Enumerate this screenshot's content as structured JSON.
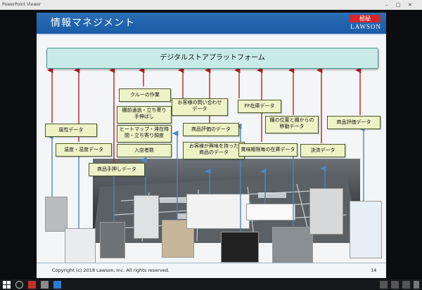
{
  "window": {
    "title": "PowerPoint Viewer"
  },
  "slide": {
    "title": "情報マネジメント",
    "badge": "極秘",
    "logo": "LAWSON",
    "platform": "デジタルストアプラットフォーム",
    "labels": {
      "attr": "属性データ",
      "temp": "温度・湿度データ",
      "restock": "商品手押しデータ",
      "crew": "クルーの作業",
      "shelf_a": "棚前通過・立ち寄り",
      "shelf_b": "手伸ばし",
      "heat_a": "ヒートマップ・滞在時",
      "heat_b": "間・立ち寄り頻度",
      "visitors": "入店者数",
      "inquiry_a": "お客様の問い合わせ",
      "inquiry_b": "データ",
      "review": "商品評価のデータ",
      "interest_a": "お客様が興味を持った",
      "interest_b": "商品のデータ",
      "ff": "FF在庫データ",
      "expiry": "賞味期限毎の在庫データ",
      "shelfpos_a": "棚の位置と棚からの",
      "shelfpos_b": "移動データ",
      "payment": "決済データ",
      "product_review": "商品評価データ"
    },
    "copyright": "Copyright (c) 2018 Lawson, Inc.  All rights reserved.",
    "page": "14"
  },
  "colors": {
    "header": "#1a5ca7",
    "arrow_red": "#b8202a",
    "arrow_blue": "#4b86c4",
    "platform": "#c8ebe7",
    "label": "#eef3c7"
  }
}
